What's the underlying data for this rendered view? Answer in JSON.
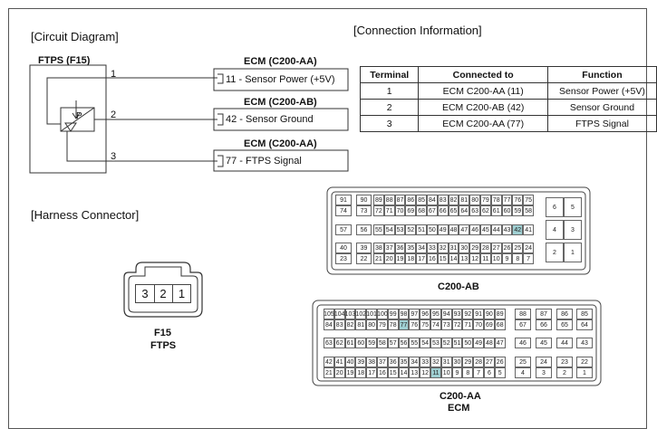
{
  "headings": {
    "circuit": "[Circuit Diagram]",
    "connection": "[Connection Information]",
    "harness": "[Harness Connector]"
  },
  "circuit": {
    "component": "FTPS (F15)",
    "sensor_symbol": "P",
    "wires": [
      {
        "num": "1",
        "header": "ECM (C200-AA)",
        "label": "11 - Sensor Power (+5V)"
      },
      {
        "num": "2",
        "header": "ECM (C200-AB)",
        "label": "42 - Sensor Ground"
      },
      {
        "num": "3",
        "header": "ECM (C200-AA)",
        "label": "77 - FTPS Signal"
      }
    ]
  },
  "connection_table": {
    "headers": [
      "Terminal",
      "Connected to",
      "Function"
    ],
    "rows": [
      [
        "1",
        "ECM C200-AA (11)",
        "Sensor Power (+5V)"
      ],
      [
        "2",
        "ECM C200-AB (42)",
        "Sensor Ground"
      ],
      [
        "3",
        "ECM C200-AA (77)",
        "FTPS Signal"
      ]
    ]
  },
  "f15": {
    "pins": [
      "3",
      "2",
      "1"
    ],
    "name": "F15",
    "sub": "FTPS"
  },
  "c200ab": {
    "label": "C200-AB",
    "highlight": [
      "42"
    ],
    "highlight_color": "#9fcfd2",
    "rows": [
      [
        "91",
        "90",
        "89",
        "88",
        "87",
        "86",
        "85",
        "84",
        "83",
        "82",
        "81",
        "80",
        "79",
        "78",
        "77",
        "76",
        "75"
      ],
      [
        "74",
        "73",
        "72",
        "71",
        "70",
        "69",
        "68",
        "67",
        "66",
        "65",
        "64",
        "63",
        "62",
        "61",
        "60",
        "59",
        "58"
      ],
      [
        "57",
        "56",
        "55",
        "54",
        "53",
        "52",
        "51",
        "50",
        "49",
        "48",
        "47",
        "46",
        "45",
        "44",
        "43",
        "42",
        "41"
      ],
      [
        "40",
        "39",
        "38",
        "37",
        "36",
        "35",
        "34",
        "33",
        "32",
        "31",
        "30",
        "29",
        "28",
        "27",
        "26",
        "25",
        "24"
      ],
      [
        "23",
        "22",
        "21",
        "20",
        "19",
        "18",
        "17",
        "16",
        "15",
        "14",
        "13",
        "12",
        "11",
        "10",
        "9",
        "8",
        "7"
      ]
    ],
    "side": [
      [
        "6",
        "5"
      ],
      [
        "4",
        "3"
      ],
      [
        "2",
        "1"
      ]
    ]
  },
  "c200aa": {
    "label": "C200-AA",
    "sub": "ECM",
    "highlight": [
      "77",
      "11"
    ],
    "highlight_color": "#9fcfd2",
    "rows": [
      [
        "105",
        "104",
        "103",
        "102",
        "101",
        "100",
        "99",
        "98",
        "97",
        "96",
        "95",
        "94",
        "93",
        "92",
        "91",
        "90",
        "89"
      ],
      [
        "84",
        "83",
        "82",
        "81",
        "80",
        "79",
        "78",
        "77",
        "76",
        "75",
        "74",
        "73",
        "72",
        "71",
        "70",
        "69",
        "68"
      ],
      [
        "63",
        "62",
        "61",
        "60",
        "59",
        "58",
        "57",
        "56",
        "55",
        "54",
        "53",
        "52",
        "51",
        "50",
        "49",
        "48",
        "47"
      ],
      [
        "42",
        "41",
        "40",
        "39",
        "38",
        "37",
        "36",
        "35",
        "34",
        "33",
        "32",
        "31",
        "30",
        "29",
        "28",
        "27",
        "26"
      ],
      [
        "21",
        "20",
        "19",
        "18",
        "17",
        "16",
        "15",
        "14",
        "13",
        "12",
        "11",
        "10",
        "9",
        "8",
        "7",
        "6",
        "5"
      ]
    ],
    "side": [
      [
        "88",
        "87",
        "86",
        "85"
      ],
      [
        "67",
        "66",
        "65",
        "64"
      ],
      [
        "46",
        "45",
        "44",
        "43"
      ],
      [
        "25",
        "24",
        "23",
        "22"
      ],
      [
        "4",
        "3",
        "2",
        "1"
      ]
    ]
  }
}
